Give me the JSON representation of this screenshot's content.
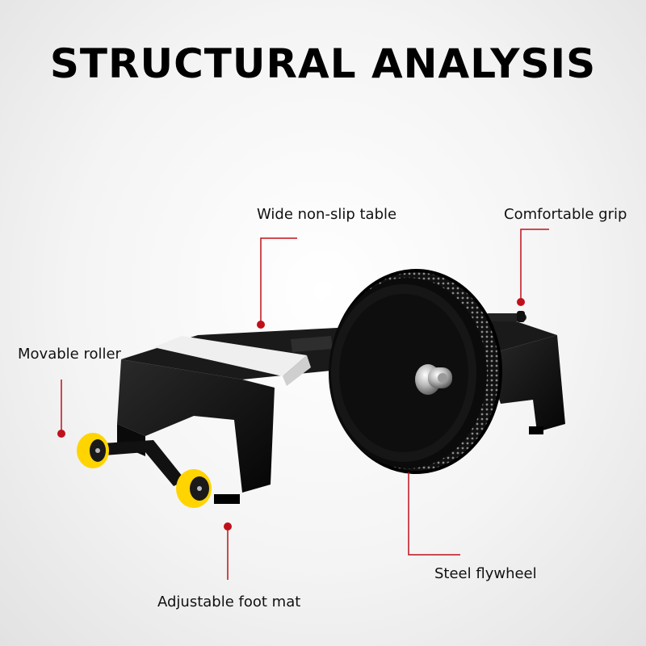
{
  "title": "STRUCTURAL ANALYSIS",
  "callouts": {
    "table": "Wide non-slip table",
    "grip": "Comfortable grip",
    "roller": "Movable roller",
    "flywheel": "Steel flywheel",
    "foot_mat": "Adjustable foot mat"
  },
  "colors": {
    "leader_line": "#c0101a",
    "product_body": "#0c0c0c",
    "roller_wheel": "#ffd400"
  }
}
